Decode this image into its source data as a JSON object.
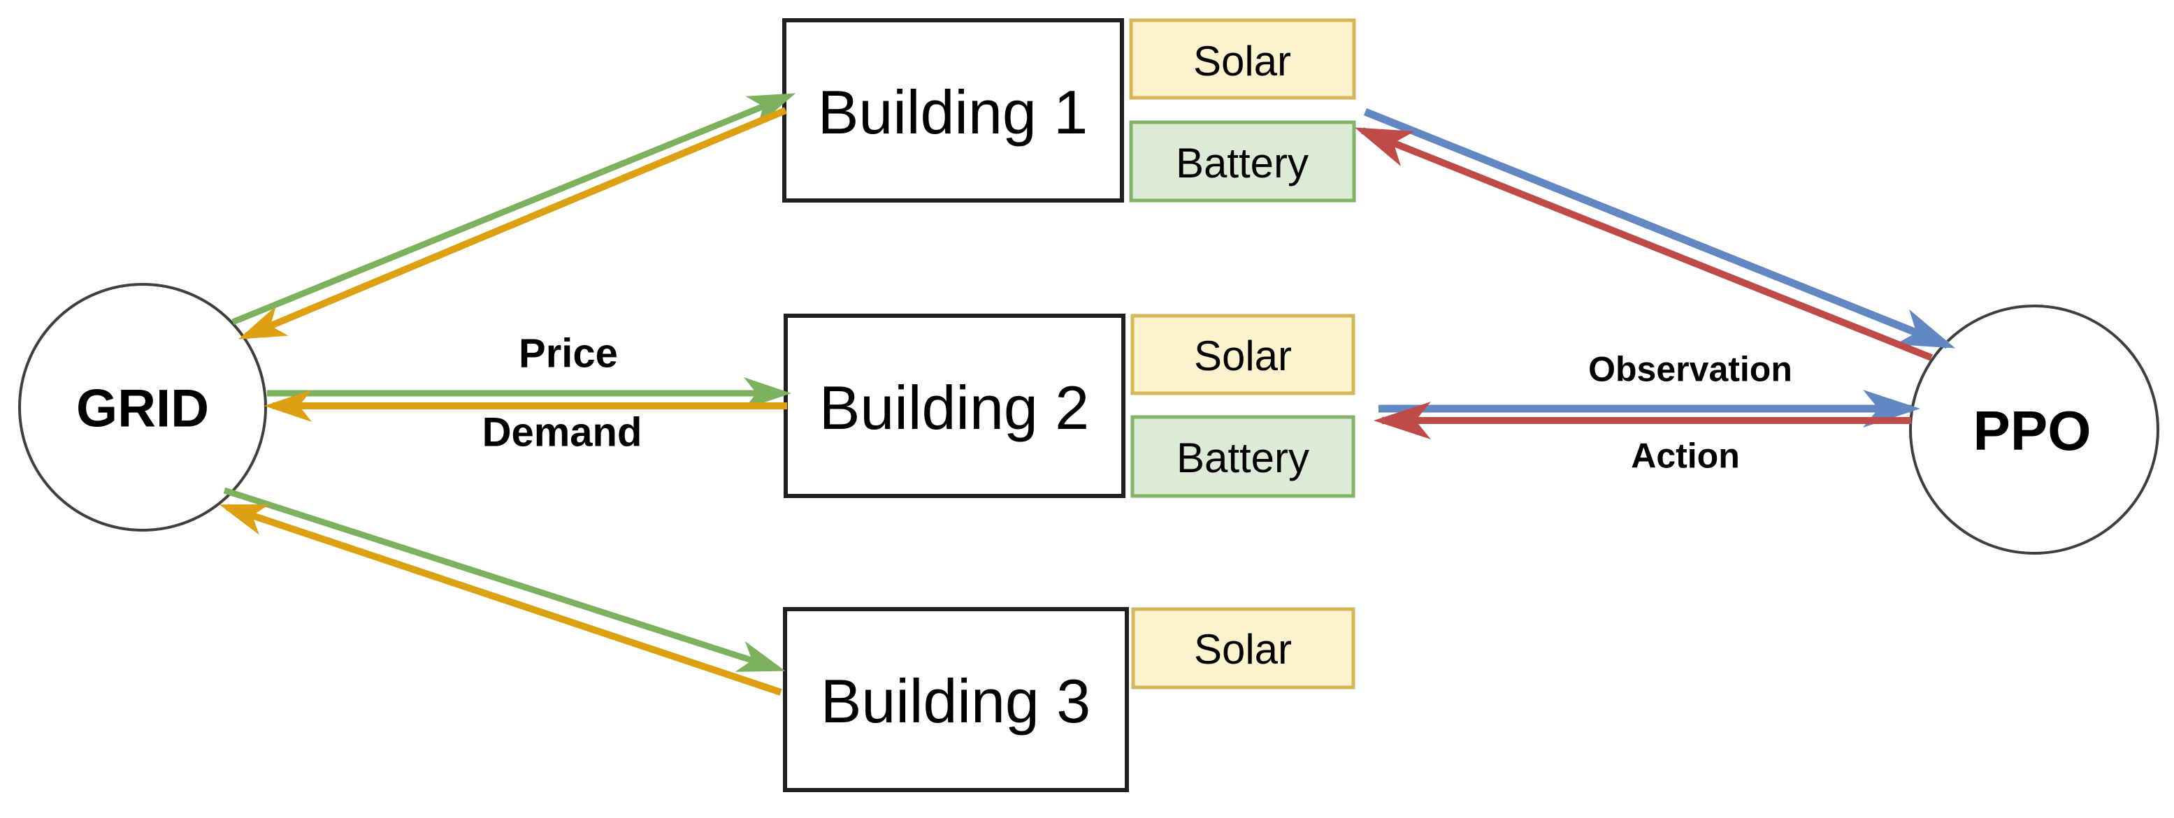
{
  "nodes": {
    "grid": {
      "label": "GRID"
    },
    "ppo": {
      "label": "PPO"
    },
    "buildings": [
      {
        "name": "Building 1",
        "solar": "Solar",
        "battery": "Battery"
      },
      {
        "name": "Building 2",
        "solar": "Solar",
        "battery": "Battery"
      },
      {
        "name": "Building 3",
        "solar": "Solar"
      }
    ]
  },
  "edge_labels": {
    "price": "Price",
    "demand": "Demand",
    "observation": "Observation",
    "action": "Action"
  },
  "colors": {
    "price_arrow": "#7CB15E",
    "demand_arrow": "#DDA012",
    "observation_arrow": "#6288C4",
    "action_arrow": "#BE4B48",
    "price_label": "#12834A",
    "demand_label": "#F9A65A",
    "observation_label": "#1C86EE",
    "action_label": "#FB4D47",
    "solar_fill": "#FCF2CE",
    "solar_border": "#D6B656",
    "battery_fill": "#DCEBD5",
    "battery_border": "#82B366"
  }
}
